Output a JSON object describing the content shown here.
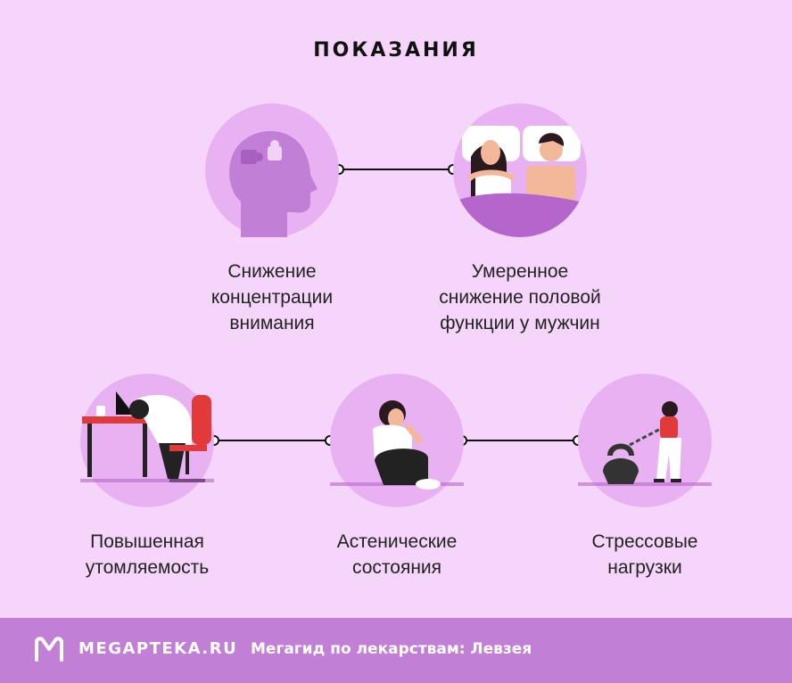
{
  "title": "ПОКАЗАНИЯ",
  "nodes": [
    {
      "label": "Снижение\nконцентрации\nвнимания",
      "icon": "head-puzzle-icon"
    },
    {
      "label": "Умеренное\nснижение половой\nфункции у мужчин",
      "icon": "couple-in-bed-icon"
    },
    {
      "label": "Повышенная\nутомляемость",
      "icon": "tired-worker-icon"
    },
    {
      "label": "Астенические\nсостояния",
      "icon": "sad-sitting-person-icon"
    },
    {
      "label": "Стрессовые\nнагрузки",
      "icon": "kettlebell-chain-icon"
    }
  ],
  "footer": {
    "brand": "MEGAPTEKA.RU",
    "tagline": "Мегагид по лекарствам: Левзея",
    "logo_icon": "megapteka-logo-icon"
  },
  "colors": {
    "background": "#f5d6fa",
    "circle": "#e8b2f2",
    "accent": "#c27fd6",
    "footer": "#c27fd6"
  }
}
